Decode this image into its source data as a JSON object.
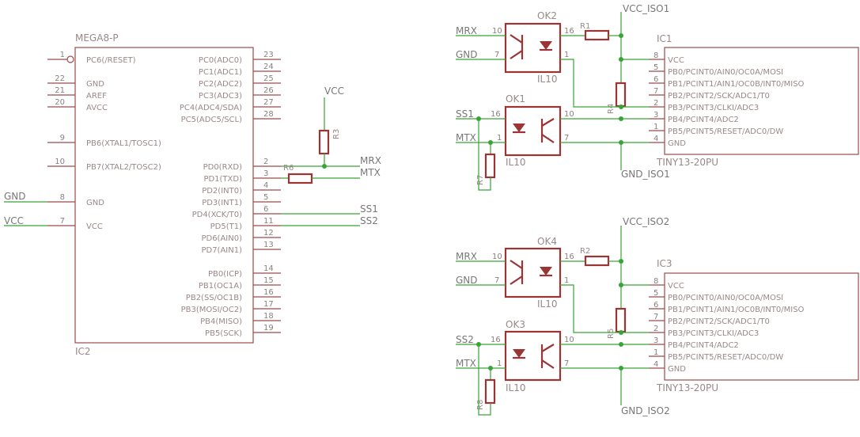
{
  "ic2": {
    "name": "IC2",
    "value": "MEGA8-P",
    "left_pins": [
      {
        "num": "1",
        "label": "PC6(/RESET)"
      },
      {
        "num": "22",
        "label": "GND"
      },
      {
        "num": "21",
        "label": "AREF"
      },
      {
        "num": "20",
        "label": "AVCC"
      },
      {
        "num": "9",
        "label": "PB6(XTAL1/TOSC1)"
      },
      {
        "num": "10",
        "label": "PB7(XTAL2/TOSC2)"
      },
      {
        "num": "8",
        "label": "GND"
      },
      {
        "num": "7",
        "label": "VCC"
      }
    ],
    "right_pins": [
      {
        "num": "23",
        "label": "PC0(ADC0)"
      },
      {
        "num": "24",
        "label": "PC1(ADC1)"
      },
      {
        "num": "25",
        "label": "PC2(ADC2)"
      },
      {
        "num": "26",
        "label": "PC3(ADC3)"
      },
      {
        "num": "27",
        "label": "PC4(ADC4/SDA)"
      },
      {
        "num": "28",
        "label": "PC5(ADC5/SCL)"
      },
      {
        "num": "2",
        "label": "PD0(RXD)"
      },
      {
        "num": "3",
        "label": "PD1(TXD)"
      },
      {
        "num": "4",
        "label": "PD2(INT0)"
      },
      {
        "num": "5",
        "label": "PD3(INT1)"
      },
      {
        "num": "6",
        "label": "PD4(XCK/T0)"
      },
      {
        "num": "11",
        "label": "PD5(T1)"
      },
      {
        "num": "12",
        "label": "PD6(AIN0)"
      },
      {
        "num": "13",
        "label": "PD7(AIN1)"
      },
      {
        "num": "14",
        "label": "PB0(ICP)"
      },
      {
        "num": "15",
        "label": "PB1(OC1A)"
      },
      {
        "num": "16",
        "label": "PB2(SS/OC1B)"
      },
      {
        "num": "17",
        "label": "PB3(MOSI/OC2)"
      },
      {
        "num": "18",
        "label": "PB4(MISO)"
      },
      {
        "num": "19",
        "label": "PB5(SCK)"
      }
    ]
  },
  "nets": {
    "gnd": "GND",
    "vcc": "VCC",
    "mrx": "MRX",
    "mtx": "MTX",
    "ss1": "SS1",
    "ss2": "SS2",
    "vcc_iso1": "VCC_ISO1",
    "gnd_iso1": "GND_ISO1",
    "vcc_iso2": "VCC_ISO2",
    "gnd_iso2": "GND_ISO2"
  },
  "resistors": {
    "r1": "R1",
    "r2": "R2",
    "r3": "R3",
    "r4": "R4",
    "r5": "R5",
    "r6": "R6",
    "r7": "R7",
    "r8": "R8"
  },
  "optos": {
    "ok1": "OK1",
    "ok2": "OK2",
    "ok3": "OK3",
    "ok4": "OK4",
    "value": "IL10"
  },
  "opto_pins": {
    "anode": "16",
    "cathode": "1",
    "led_a": "10",
    "led_k": "7"
  },
  "tiny": {
    "ic1": "IC1",
    "ic3": "IC3",
    "value": "TINY13-20PU",
    "pins": [
      {
        "num": "8",
        "label": "VCC"
      },
      {
        "num": "5",
        "label": "PB0/PCINT0/AIN0/OC0A/MOSI"
      },
      {
        "num": "6",
        "label": "PB1/PCINT1/AIN1/OC0B/INT0/MISO"
      },
      {
        "num": "7",
        "label": "PB2/PCINT2/SCK/ADC1/T0"
      },
      {
        "num": "2",
        "label": "PB3/PCINT3/CLKI/ADC3"
      },
      {
        "num": "3",
        "label": "PB4/PCINT4/ADC2"
      },
      {
        "num": "1",
        "label": "PB5/PCINT5/RESET/ADC0/DW"
      },
      {
        "num": "4",
        "label": "GND"
      }
    ]
  }
}
